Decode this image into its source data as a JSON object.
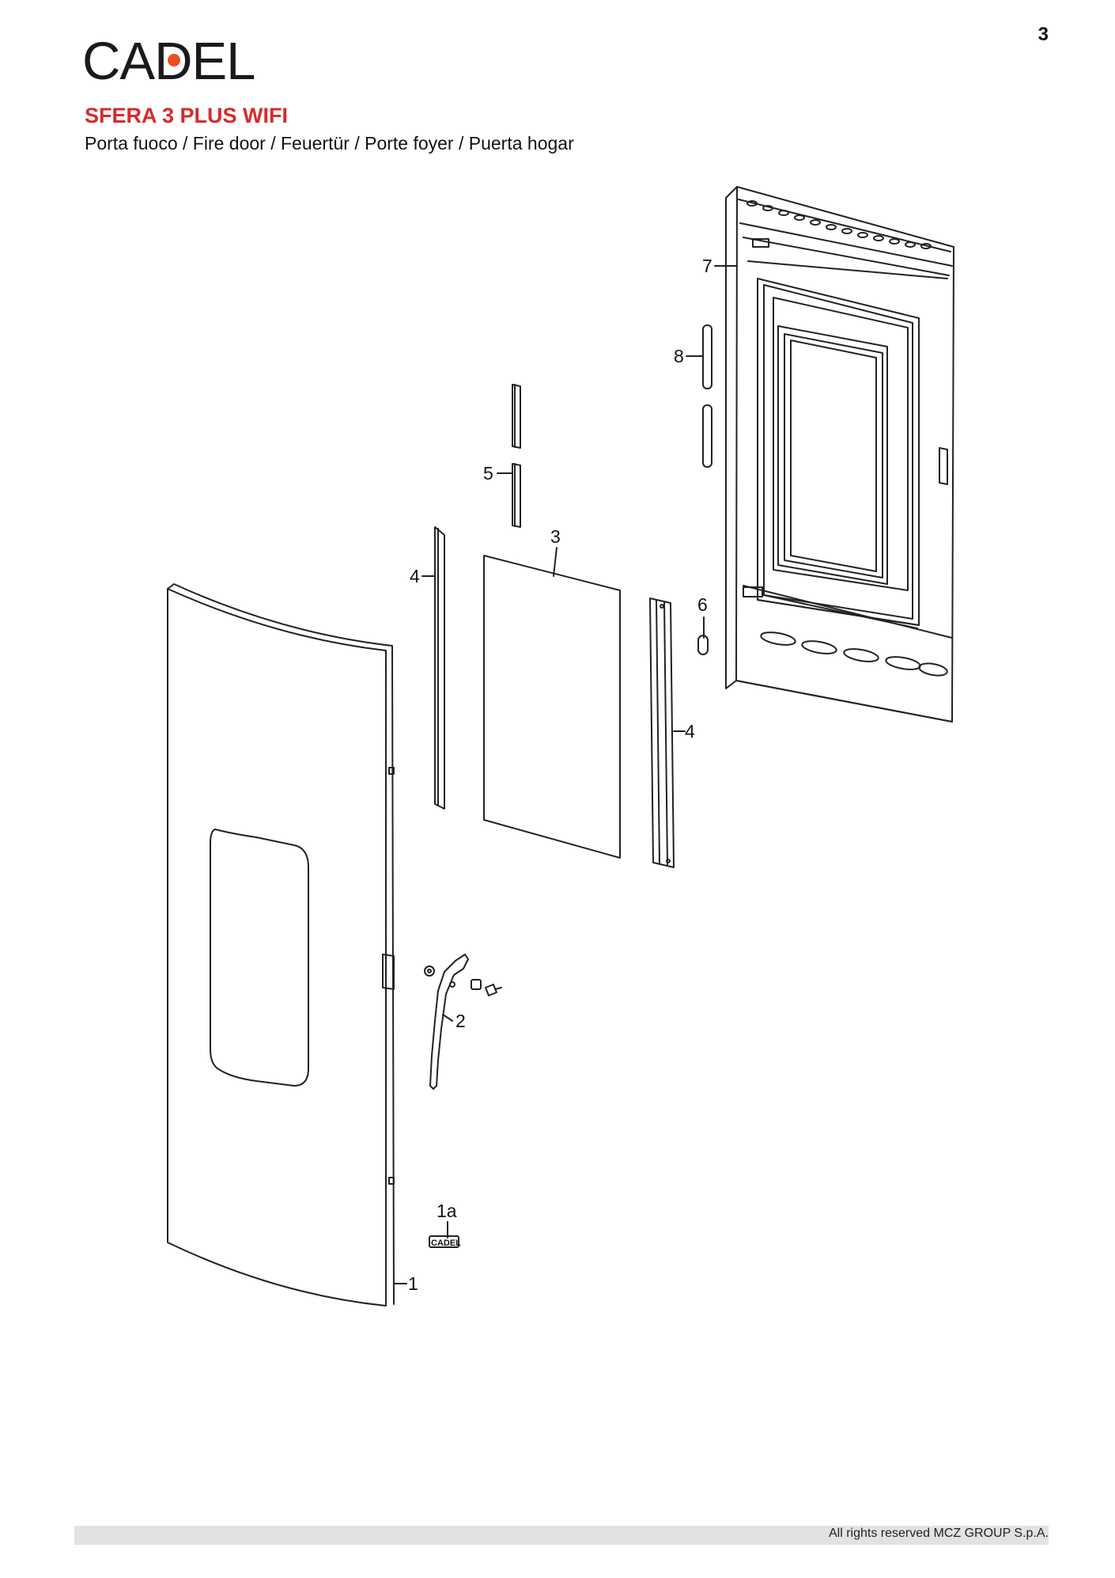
{
  "page": {
    "number": "3",
    "brand": "CADEL",
    "brand_parts": [
      "CA",
      "DEL"
    ],
    "brand_accent_color": "#e8501c",
    "title_color": "#d52b2b",
    "model": "SFERA 3 PLUS WIFI",
    "subtitle": "Porta fuoco / Fire door / Feuertür / Porte foyer / Puerta hogar",
    "footer": "All rights reserved MCZ GROUP S.p.A."
  },
  "diagram": {
    "labels": [
      "7",
      "8",
      "5",
      "3",
      "4",
      "6",
      "4",
      "2",
      "1a",
      "1"
    ],
    "mini_logo": "CADEL"
  }
}
